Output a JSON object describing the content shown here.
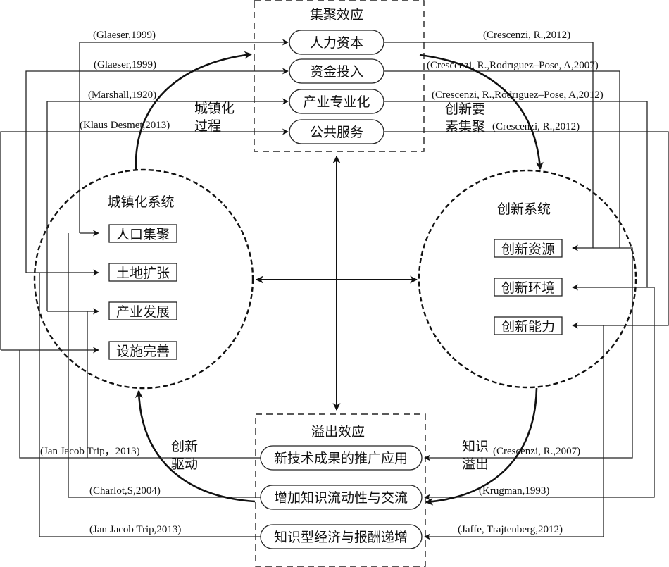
{
  "agglomeration": {
    "title": "集聚效应",
    "items": [
      "人力资本",
      "资金投入",
      "产业专业化",
      "公共服务"
    ]
  },
  "spillover": {
    "title": "溢出效应",
    "items": [
      "新技术成果的推广应用",
      "增加知识流动性与交流",
      "知识型经济与报酬递增"
    ]
  },
  "urbanization": {
    "title": "城镇化系统",
    "items": [
      "人口集聚",
      "土地扩张",
      "产业发展",
      "设施完善"
    ]
  },
  "innovation": {
    "title": "创新系统",
    "items": [
      "创新资源",
      "创新环境",
      "创新能力"
    ]
  },
  "process_labels": {
    "urbanization_process": [
      "城镇化",
      "过程"
    ],
    "innovation_agglomeration": [
      "创新要",
      "素集聚"
    ],
    "innovation_driven": [
      "创新",
      "驱动"
    ],
    "knowledge_spillover": [
      "知识",
      "溢出"
    ]
  },
  "citations": {
    "left_top": [
      "(Glaeser,1999)",
      "(Glaeser,1999)",
      "(Marshall,1920)",
      "(Klaus Desmet,2013)"
    ],
    "right_top": [
      "(Crescenzi, R.,2012)",
      "(Crescenzi, R.,Rodrıguez–Pose, A,2007)",
      "(Crescenzi, R.,Rodrıguez–Pose, A,2012)",
      "(Crescenzi, R.,2012)"
    ],
    "left_bottom": [
      "(Jan Jacob Trip，2013)",
      "(Charlot,S,2004)",
      "(Jan Jacob Trip,2013)"
    ],
    "right_bottom": [
      "(Crescenzi, R.,2007)",
      "(Krugman,1993)",
      "(Jaffe, Trajtenberg,2012)"
    ]
  }
}
